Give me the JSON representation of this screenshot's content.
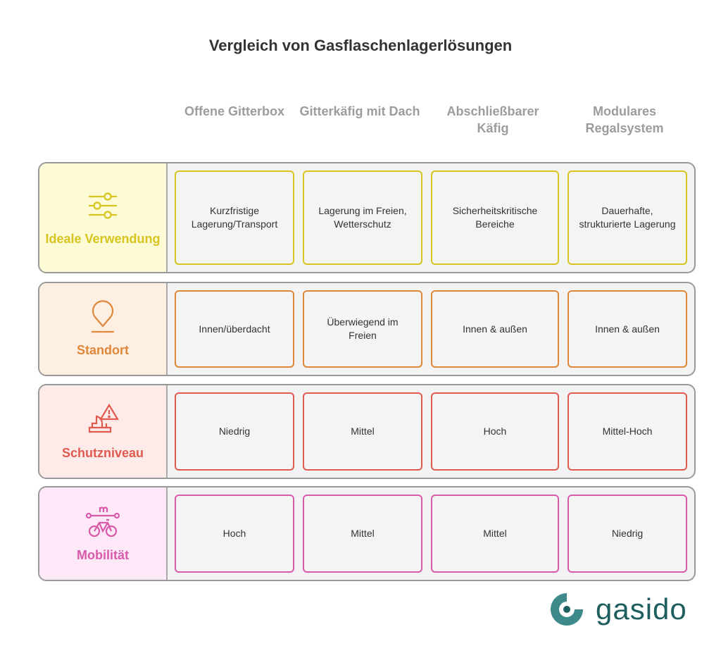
{
  "title": "Vergleich von Gasflaschenlagerlösungen",
  "columns": [
    "Offene Gitterbox",
    "Gitterkäfig mit Dach",
    "Abschließbarer Käfig",
    "Modulares Regalsystem"
  ],
  "rows": [
    {
      "label": "Ideale Verwendung",
      "icon": "sliders-icon",
      "color": "#d6c51e",
      "bg": "#fdfad6",
      "cells": [
        "Kurzfristige Lagerung/Transport",
        "Lagerung im Freien, Wetterschutz",
        "Sicherheitskritische Bereiche",
        "Dauerhafte, strukturierte Lagerung"
      ]
    },
    {
      "label": "Standort",
      "icon": "location-pin-icon",
      "color": "#e0873a",
      "bg": "#fdf0e3",
      "cells": [
        "Innen/überdacht",
        "Überwiegend im Freien",
        "Innen & außen",
        "Innen & außen"
      ]
    },
    {
      "label": "Schutzniveau",
      "icon": "hazard-warning-icon",
      "color": "#e05a50",
      "bg": "#fdebe9",
      "cells": [
        "Niedrig",
        "Mittel",
        "Hoch",
        "Mittel-Hoch"
      ]
    },
    {
      "label": "Mobilität",
      "icon": "bicycle-distance-icon",
      "color": "#d85aaa",
      "bg": "#fce8f6",
      "cells": [
        "Hoch",
        "Mittel",
        "Mittel",
        "Niedrig"
      ]
    }
  ],
  "logo": {
    "text": "gasido",
    "color": "#3e8a8a"
  }
}
